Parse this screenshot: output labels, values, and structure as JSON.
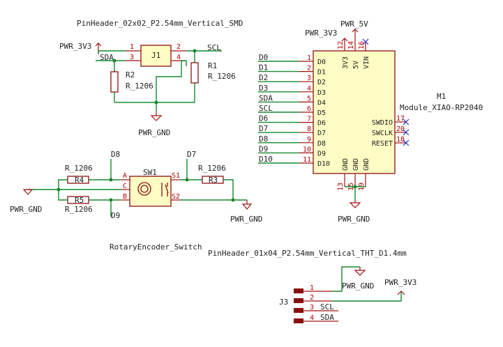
{
  "j1": {
    "title": "PinHeader_02x02_P2.54mm_Vertical_SMD",
    "ref": "J1",
    "pin1": "1",
    "pin2": "2",
    "pin3": "3",
    "pin4": "4",
    "net_left_top": "PWR_3V3",
    "net_left": "SDA",
    "net_right": "SCL",
    "gnd": "PWR_GND"
  },
  "r1": {
    "ref": "R1",
    "value": "R_1206"
  },
  "r2": {
    "ref": "R2",
    "value": "R_1206"
  },
  "m1": {
    "ref": "M1",
    "value": "Module_XIAO-RP2040",
    "top_pins": [
      {
        "num": "12",
        "name": "3V3"
      },
      {
        "num": "14",
        "name": "5V"
      },
      {
        "num": "16",
        "name": "VIN"
      }
    ],
    "left_pins": [
      {
        "num": "1",
        "name": "D0",
        "net": "D0"
      },
      {
        "num": "2",
        "name": "D1",
        "net": "D1"
      },
      {
        "num": "3",
        "name": "D2",
        "net": "D2"
      },
      {
        "num": "4",
        "name": "D3",
        "net": "D3"
      },
      {
        "num": "5",
        "name": "D4",
        "net": "SDA"
      },
      {
        "num": "6",
        "name": "D5",
        "net": "SCL"
      },
      {
        "num": "7",
        "name": "D6",
        "net": "D6"
      },
      {
        "num": "8",
        "name": "D7",
        "net": "D7"
      },
      {
        "num": "9",
        "name": "D8",
        "net": "D8"
      },
      {
        "num": "10",
        "name": "D9",
        "net": "D9"
      },
      {
        "num": "11",
        "name": "D10",
        "net": "D10"
      }
    ],
    "right_pins": [
      {
        "num": "17",
        "name": "SWDIO"
      },
      {
        "num": "20",
        "name": "SWCLK"
      },
      {
        "num": "18",
        "name": "RESET"
      }
    ],
    "bottom_pins": [
      {
        "num": "13",
        "name": "GND"
      },
      {
        "num": "15",
        "name": "GND"
      },
      {
        "num": "19",
        "name": "GND"
      }
    ],
    "pwr_3v3": "PWR_3V3",
    "pwr_5v": "PWR_5V",
    "gnd": "PWR_GND"
  },
  "sw1": {
    "ref": "SW1",
    "value": "RotaryEncoder_Switch",
    "pin_a": "A",
    "pin_c": "C",
    "pin_b": "B",
    "pin_s1": "S1",
    "pin_s2": "S2",
    "net_d8": "D8",
    "net_d9": "D9",
    "net_d7": "D7",
    "gnd_left": "PWR_GND",
    "gnd_right": "PWR_GND"
  },
  "r3": {
    "ref": "R3",
    "value": "R_1206"
  },
  "r4": {
    "ref": "R4",
    "value": "R_1206"
  },
  "r5": {
    "ref": "R5",
    "value": "R_1206"
  },
  "j3": {
    "title": "PinHeader_01x04_P2.54mm_Vertical_THT_D1.4mm",
    "ref": "J3",
    "pins": [
      {
        "num": "1",
        "net": ""
      },
      {
        "num": "2",
        "net": ""
      },
      {
        "num": "3",
        "net": "SCL"
      },
      {
        "num": "4",
        "net": "SDA"
      }
    ],
    "gnd": "PWR_GND",
    "pwr": "PWR_3V3"
  },
  "colors": {
    "wire": "#15882d",
    "pin": "#a01010",
    "body_fill": "#fffdc4",
    "no_connect": "#2233cc",
    "text": "#1f1f1f"
  }
}
